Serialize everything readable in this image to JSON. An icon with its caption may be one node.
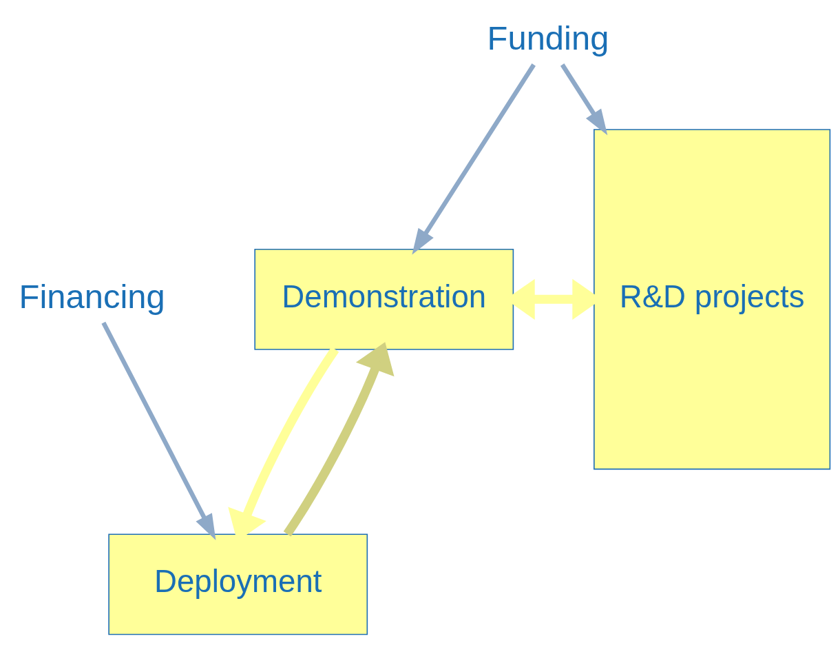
{
  "diagram": {
    "nodes": [
      {
        "text": [
          "Demonstration"
        ]
      },
      {
        "text": [
          "Deployment"
        ]
      },
      {
        "text": [
          "R&D projects"
        ]
      },
      {
        "text": [
          "Funding"
        ]
      },
      {
        "text": [
          "Financing"
        ]
      }
    ],
    "edges": [
      {
        "from": 3,
        "to": 0,
        "arrow": "to",
        "color": "#8ea9c8"
      },
      {
        "from": 3,
        "to": 2,
        "arrow": "to",
        "color": "#8ea9c8"
      },
      {
        "from": 0,
        "to": 1,
        "arrow": "to",
        "style": "thick",
        "color": "#ffff99"
      },
      {
        "from": 1,
        "to": 0,
        "arrow": "to",
        "style": "thick",
        "color": "#d0d080"
      },
      {
        "from": 0,
        "to": 2,
        "arrow": "both",
        "style": "thick",
        "color": "#ffff99"
      },
      {
        "from": 4,
        "to": 1,
        "arrow": "to",
        "color": "#8ea9c8"
      }
    ]
  }
}
